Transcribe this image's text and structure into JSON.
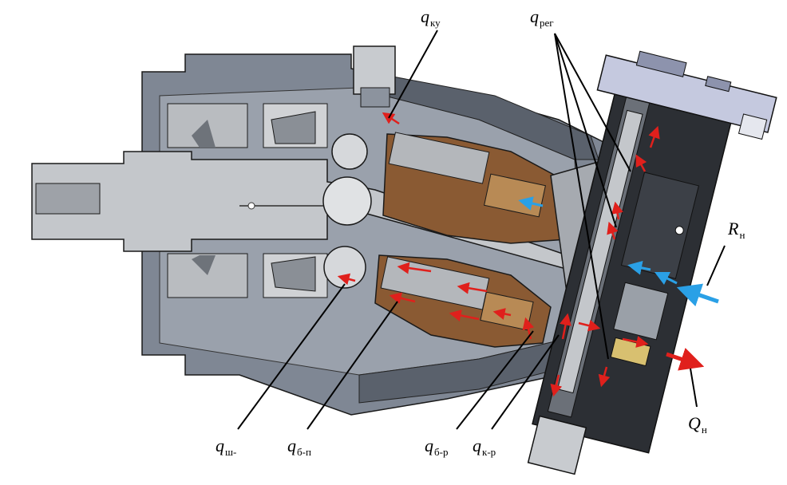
{
  "labels": {
    "q_ku": {
      "main": "q",
      "sub": "ку"
    },
    "q_reg": {
      "main": "q",
      "sub": "рег"
    },
    "R_n": {
      "main": "R",
      "sub": "н"
    },
    "Q_n": {
      "main": "Q",
      "sub": "н"
    },
    "q_sh": {
      "main": "q",
      "sub": "ш-"
    },
    "q_bp": {
      "main": "q",
      "sub": "б-п"
    },
    "q_br": {
      "main": "q",
      "sub": "б-р"
    },
    "q_kr": {
      "main": "q",
      "sub": "к-р"
    }
  },
  "colors": {
    "housing": "#7f8794",
    "housing_dark": "#4a505a",
    "steel": "#b9bcc0",
    "steel_light": "#d8dadc",
    "bronze": "#8a5a33",
    "bronze_light": "#b88a55",
    "valve_block": "#2c2f34",
    "leak_arrow": "#e0201c",
    "inlet_arrow": "#2aa0e6",
    "outline": "#1a1a1a"
  }
}
